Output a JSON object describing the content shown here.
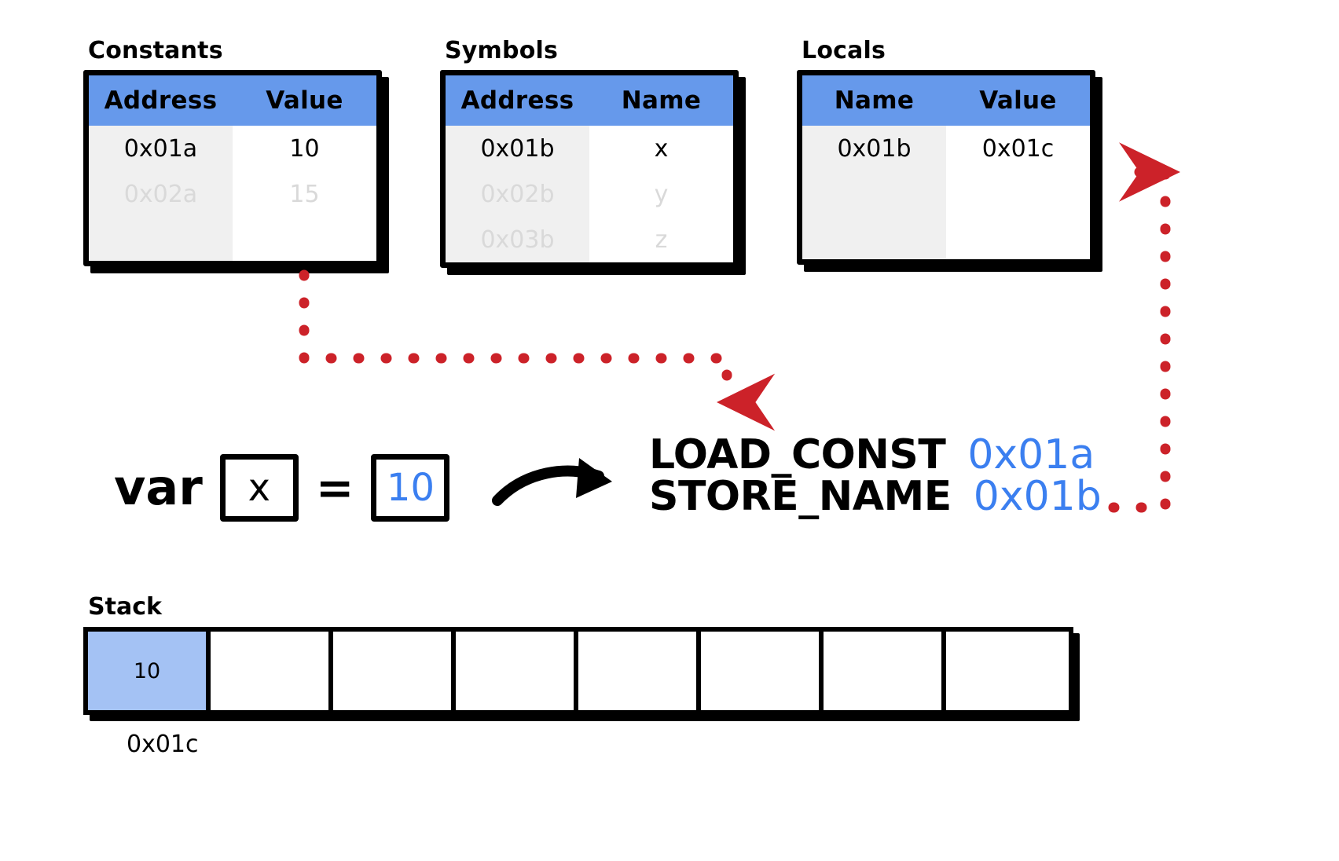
{
  "tables": [
    {
      "caption": "Constants",
      "columns": [
        "Address",
        "Value"
      ],
      "rows": [
        {
          "cells": [
            "0x01a",
            "10"
          ],
          "faded": false
        },
        {
          "cells": [
            "0x02a",
            "15"
          ],
          "faded": true
        }
      ]
    },
    {
      "caption": "Symbols",
      "columns": [
        "Address",
        "Name"
      ],
      "rows": [
        {
          "cells": [
            "0x01b",
            "x"
          ],
          "faded": false
        },
        {
          "cells": [
            "0x02b",
            "y"
          ],
          "faded": true
        },
        {
          "cells": [
            "0x03b",
            "z"
          ],
          "faded": true
        }
      ]
    },
    {
      "caption": "Locals",
      "columns": [
        "Name",
        "Value"
      ],
      "rows": [
        {
          "cells": [
            "0x01b",
            "0x01c"
          ],
          "faded": false
        }
      ]
    }
  ],
  "expression": {
    "keyword": "var",
    "variable": "x",
    "operator": "=",
    "literal": "10",
    "arrow_icon": "curved-arrow-icon"
  },
  "instructions": [
    {
      "opcode": "LOAD_CONST",
      "operand": "0x01a"
    },
    {
      "opcode": "STORE_NAME",
      "operand": "0x01b"
    }
  ],
  "stack": {
    "caption": "Stack",
    "cells": [
      "10",
      "",
      "",
      "",
      "",
      "",
      "",
      ""
    ],
    "filled_count": 1,
    "address_label": "0x01c"
  },
  "colors": {
    "header_blue": "#6699eb",
    "accent_blue": "#3b7ff0",
    "stack_fill": "#a4c2f4",
    "arrow_red": "#cc2229",
    "key_column_grey": "#f0f0f0",
    "faded_text": "#d9d9d9",
    "ink": "#000000"
  },
  "connectors": [
    {
      "name": "const-value-to-load-const",
      "style": "dotted",
      "color": "#cc2229"
    },
    {
      "name": "locals-value-to-store-name",
      "style": "dotted",
      "color": "#cc2229"
    }
  ]
}
